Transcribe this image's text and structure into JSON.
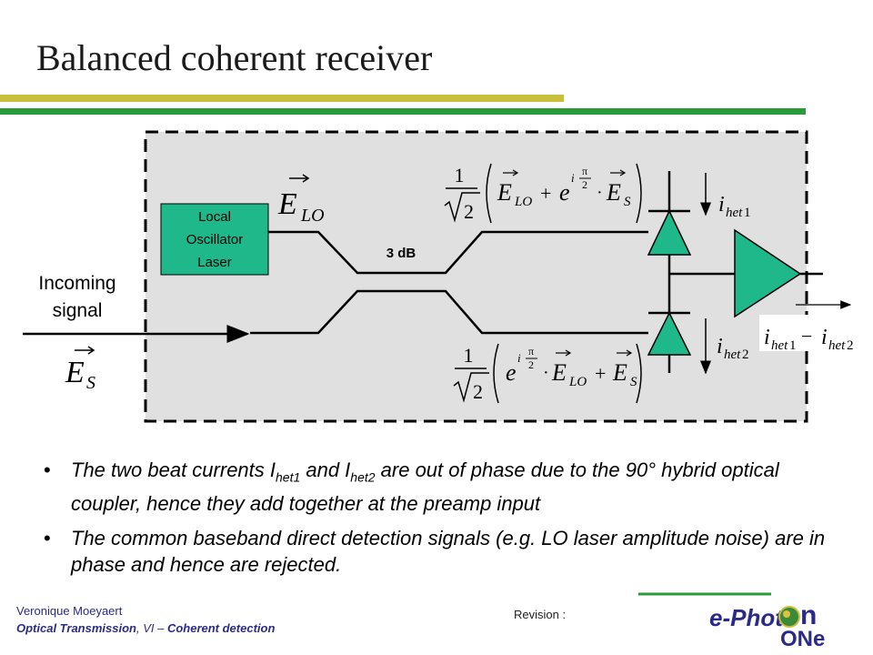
{
  "title": "Balanced coherent receiver",
  "diagram": {
    "lo_box_lines": [
      "Local",
      "Oscillator",
      "Laser"
    ],
    "coupler_label": "3 dB",
    "incoming_lines": [
      "Incoming",
      "signal"
    ],
    "colors": {
      "green": "#1eb88a",
      "panel": "#e0e0e0",
      "olive": "#c8bf3a",
      "dark_green": "#2a9a3a"
    }
  },
  "bullets": {
    "b1": {
      "part1": "The two beat currents I",
      "sub1": "het1",
      "part2": " and I",
      "sub2": "het2",
      "part3": " are out of phase due to the 90° hybrid optical coupler, hence they add together at the preamp input"
    },
    "b2": "The common baseband direct detection signals (e.g. LO laser amplitude noise) are in phase and hence are rejected."
  },
  "footer": {
    "author": "Veronique Moeyaert",
    "course_bold": "Optical Transmission",
    "course_mid": ", VI – ",
    "course_end": "Coherent detection",
    "revision": "Revision :"
  },
  "logo": {
    "text1": "e-Phot",
    "text2": "n",
    "text3": "ONe"
  }
}
